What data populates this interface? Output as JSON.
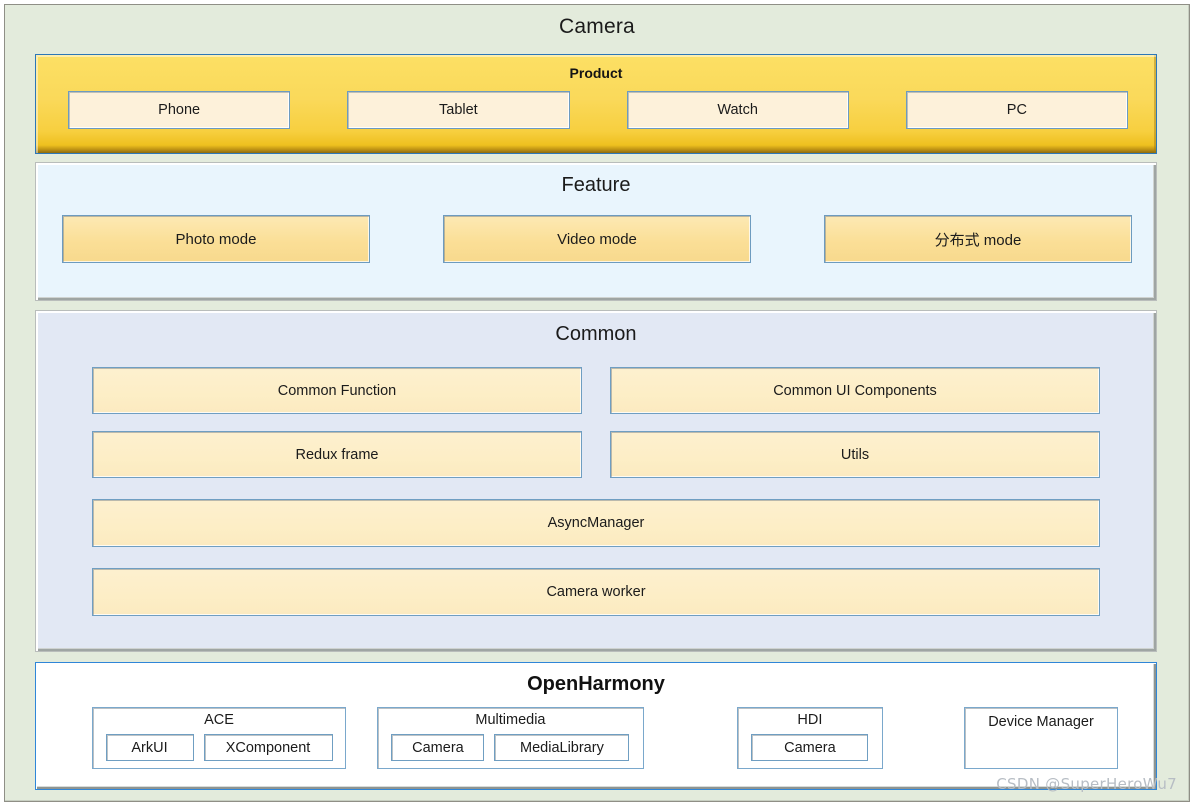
{
  "diagram": {
    "title": "Camera",
    "watermark": "CSDN @SuperHeroWu7"
  },
  "product": {
    "title": "Product",
    "items": [
      {
        "label": "Phone"
      },
      {
        "label": "Tablet"
      },
      {
        "label": "Watch"
      },
      {
        "label": "PC"
      }
    ]
  },
  "feature": {
    "title": "Feature",
    "items": [
      {
        "label": "Photo mode"
      },
      {
        "label": "Video mode"
      },
      {
        "label": "分布式 mode"
      }
    ]
  },
  "common": {
    "title": "Common",
    "rows": [
      [
        {
          "label": "Common Function"
        },
        {
          "label": "Common UI Components"
        }
      ],
      [
        {
          "label": "Redux frame"
        },
        {
          "label": "Utils"
        }
      ]
    ],
    "full_rows": [
      {
        "label": "AsyncManager"
      },
      {
        "label": "Camera worker"
      }
    ]
  },
  "openharmony": {
    "title": "OpenHarmony",
    "groups": [
      {
        "title": "ACE",
        "children": [
          {
            "label": "ArkUI"
          },
          {
            "label": "XComponent"
          }
        ]
      },
      {
        "title": "Multimedia",
        "children": [
          {
            "label": "Camera"
          },
          {
            "label": "MediaLibrary"
          }
        ]
      },
      {
        "title": "HDI",
        "children": [
          {
            "label": "Camera"
          }
        ]
      },
      {
        "title": "Device Manager",
        "children": []
      }
    ]
  },
  "colors": {
    "camera_bg": "#e3ebdc",
    "product_yellow": "#fad95a",
    "feature_bg": "#e9f5fd",
    "common_bg": "#e2e8f4",
    "openharmony_border": "#2f86d8",
    "box_fill": "#fdeec6",
    "box_border": "#6f9ec2",
    "watermark": "#b7bdc4"
  }
}
